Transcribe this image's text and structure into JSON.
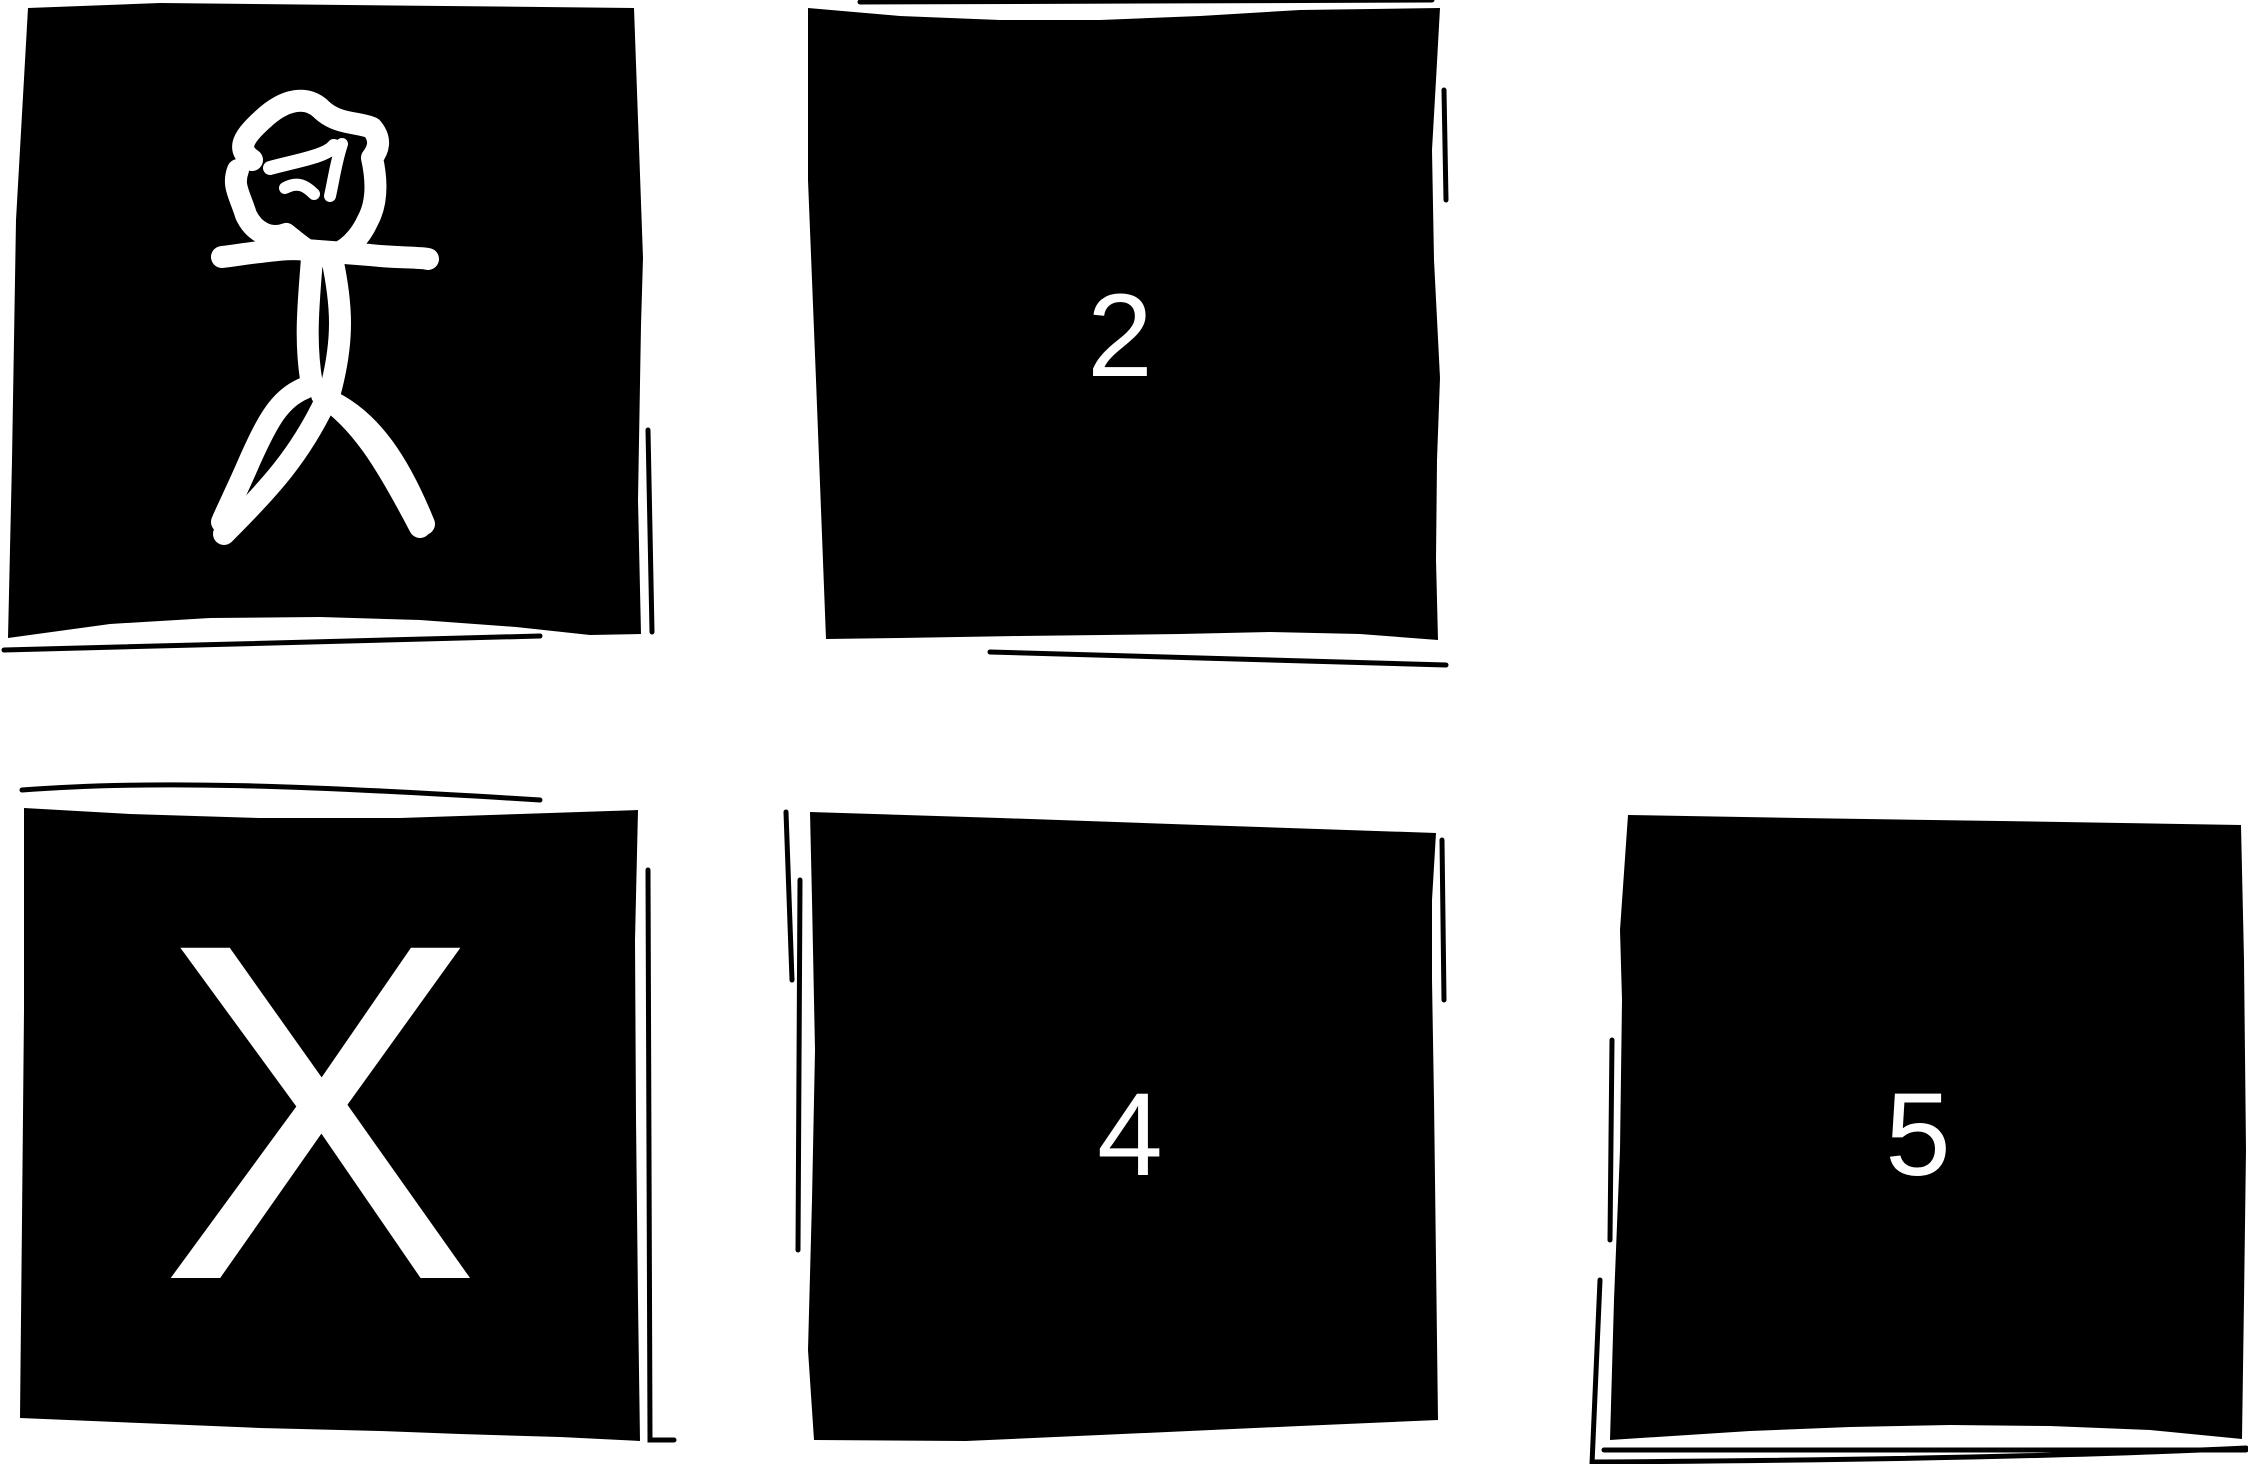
{
  "board": {
    "background_color": "#ffffff",
    "tile_color": "#000000",
    "symbol_color": "#ffffff",
    "tiles": [
      {
        "label": "",
        "content": "stick-figure-icon",
        "state": "player"
      },
      {
        "label": "2",
        "content": "number"
      },
      {
        "label": "",
        "content": "empty"
      },
      {
        "label": "X",
        "content": "letter",
        "state": "marked"
      },
      {
        "label": "4",
        "content": "number"
      },
      {
        "label": "5",
        "content": "number"
      }
    ]
  }
}
